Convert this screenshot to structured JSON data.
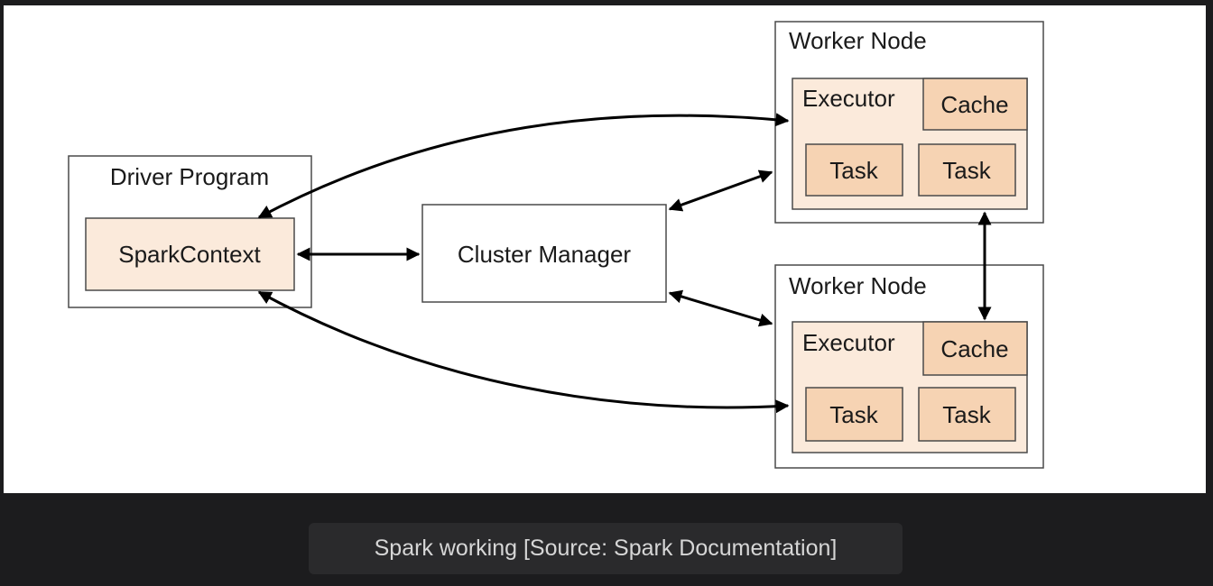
{
  "diagram": {
    "driver_program": {
      "title": "Driver Program",
      "spark_context": "SparkContext"
    },
    "cluster_manager": "Cluster Manager",
    "worker_nodes": [
      {
        "title": "Worker Node",
        "executor": "Executor",
        "cache": "Cache",
        "tasks": [
          "Task",
          "Task"
        ]
      },
      {
        "title": "Worker Node",
        "executor": "Executor",
        "cache": "Cache",
        "tasks": [
          "Task",
          "Task"
        ]
      }
    ]
  },
  "caption": "Spark working [Source: Spark Documentation]",
  "colors": {
    "box_fill_light": "#fbeadb",
    "box_fill_task": "#f6d3b3",
    "border": "#4a4a4a",
    "arrow": "#000000"
  }
}
